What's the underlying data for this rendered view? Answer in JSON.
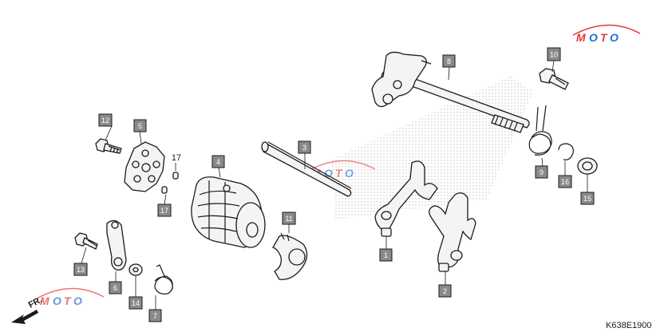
{
  "diagram": {
    "code": "K638E1900",
    "direction_label": "FR.",
    "callouts": [
      {
        "key": "c1",
        "label": "1"
      },
      {
        "key": "c2",
        "label": "2"
      },
      {
        "key": "c3",
        "label": "3"
      },
      {
        "key": "c4",
        "label": "4"
      },
      {
        "key": "c5",
        "label": "5"
      },
      {
        "key": "c6",
        "label": "6"
      },
      {
        "key": "c7",
        "label": "7"
      },
      {
        "key": "c8",
        "label": "8"
      },
      {
        "key": "c9",
        "label": "9"
      },
      {
        "key": "c10",
        "label": "10"
      },
      {
        "key": "c11",
        "label": "11"
      },
      {
        "key": "c12",
        "label": "12"
      },
      {
        "key": "c13",
        "label": "13"
      },
      {
        "key": "c14",
        "label": "14"
      },
      {
        "key": "c15",
        "label": "15"
      },
      {
        "key": "c16",
        "label": "16"
      },
      {
        "key": "c17",
        "label": "17"
      }
    ],
    "plain_labels": [
      {
        "key": "p17",
        "label": "17"
      }
    ],
    "watermark": {
      "text": "MOTO",
      "colors": {
        "red": "#e53935",
        "blue": "#1e6fd9"
      }
    }
  }
}
